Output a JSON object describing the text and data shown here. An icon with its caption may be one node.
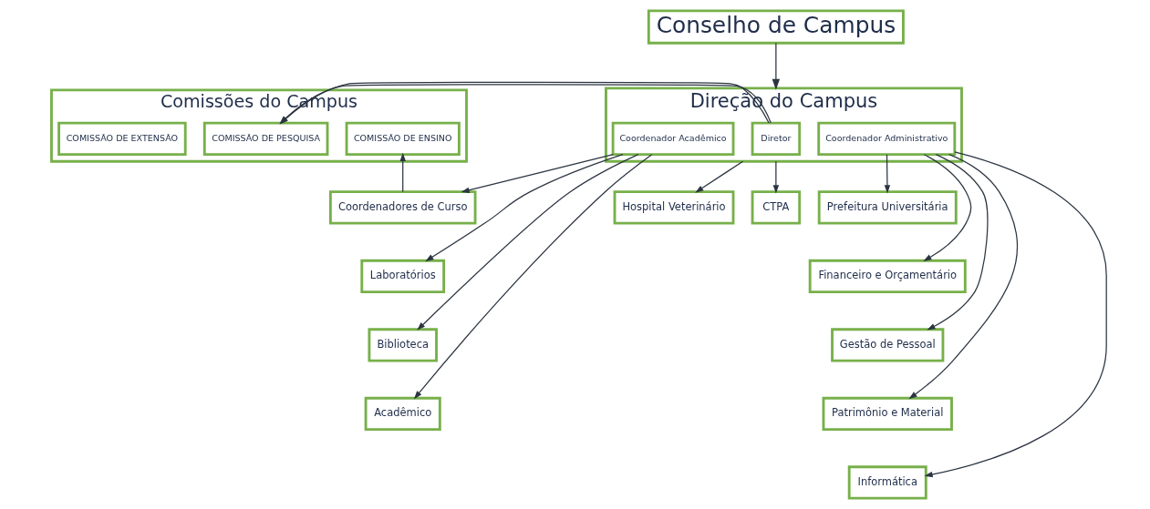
{
  "diagram": {
    "nodes": [
      {
        "text": [
          "Conselho de Campus"
        ]
      },
      {
        "text": [
          "Direção do Campus"
        ]
      },
      {
        "text": [
          "Coordenador Acadêmico"
        ],
        "in": 1
      },
      {
        "text": [
          "Diretor"
        ],
        "in": 1
      },
      {
        "text": [
          "Coordenador Administrativo"
        ],
        "in": 1
      },
      {
        "text": [
          "Comissões do Campus"
        ]
      },
      {
        "text": [
          "COMISSÃO DE EXTENSÃO"
        ],
        "in": 5
      },
      {
        "text": [
          "COMISSÃO DE PESQUISA"
        ],
        "in": 5
      },
      {
        "text": [
          "COMISSÃO DE ENSINO"
        ],
        "in": 5
      },
      {
        "text": [
          "Coordenadores de Curso"
        ]
      },
      {
        "text": [
          "Laboratórios"
        ]
      },
      {
        "text": [
          "Biblioteca"
        ]
      },
      {
        "text": [
          "Acadêmico"
        ]
      },
      {
        "text": [
          "Prefeitura Universitária"
        ]
      },
      {
        "text": [
          "Financeiro e Orçamentário"
        ]
      },
      {
        "text": [
          "Gestão de Pessoal"
        ]
      },
      {
        "text": [
          "Patrimônio e Material"
        ]
      },
      {
        "text": [
          "Informática"
        ]
      },
      {
        "text": [
          "Hospital Veterinário"
        ]
      },
      {
        "text": [
          "CTPA"
        ]
      }
    ],
    "edges": [
      {
        "from": 0,
        "to": 1,
        "arrow": "to"
      },
      {
        "from": 1,
        "to": 5,
        "arrow": "to"
      },
      {
        "from": 1,
        "to": 18,
        "arrow": "to"
      },
      {
        "from": 1,
        "to": 19,
        "arrow": "to"
      },
      {
        "from": 2,
        "to": 9,
        "arrow": "to"
      },
      {
        "from": 2,
        "to": 10,
        "arrow": "to"
      },
      {
        "from": 2,
        "to": 11,
        "arrow": "to"
      },
      {
        "from": 2,
        "to": 12,
        "arrow": "to"
      },
      {
        "from": 9,
        "to": 8,
        "arrow": "to"
      },
      {
        "from": 4,
        "to": 13,
        "arrow": "to"
      },
      {
        "from": 4,
        "to": 14,
        "arrow": "to"
      },
      {
        "from": 4,
        "to": 15,
        "arrow": "to"
      },
      {
        "from": 4,
        "to": 16,
        "arrow": "to"
      },
      {
        "from": 4,
        "to": 17,
        "arrow": "to"
      }
    ]
  }
}
